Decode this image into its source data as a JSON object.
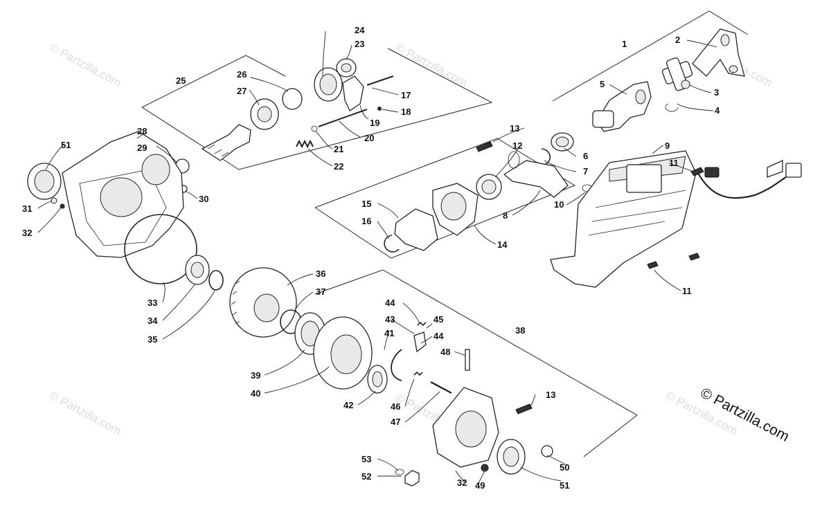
{
  "watermarks": [
    "© Partzilla.com",
    "© Partzilla.com",
    "© Partzilla.com",
    "© Partzilla.com",
    "© Partzilla.com",
    "© Partzilla.com"
  ],
  "brand": "© Partzilla.com",
  "callouts": [
    {
      "label": "1"
    },
    {
      "label": "2"
    },
    {
      "label": "3"
    },
    {
      "label": "4"
    },
    {
      "label": "5"
    },
    {
      "label": "6"
    },
    {
      "label": "7"
    },
    {
      "label": "8"
    },
    {
      "label": "9"
    },
    {
      "label": "10"
    },
    {
      "label": "11"
    },
    {
      "label": "11"
    },
    {
      "label": "12"
    },
    {
      "label": "13"
    },
    {
      "label": "13"
    },
    {
      "label": "14"
    },
    {
      "label": "15"
    },
    {
      "label": "16"
    },
    {
      "label": "17"
    },
    {
      "label": "18"
    },
    {
      "label": "19"
    },
    {
      "label": "20"
    },
    {
      "label": "21"
    },
    {
      "label": "22"
    },
    {
      "label": "23"
    },
    {
      "label": "24"
    },
    {
      "label": "25"
    },
    {
      "label": "26"
    },
    {
      "label": "27"
    },
    {
      "label": "28"
    },
    {
      "label": "29"
    },
    {
      "label": "30"
    },
    {
      "label": "31"
    },
    {
      "label": "32"
    },
    {
      "label": "32"
    },
    {
      "label": "33"
    },
    {
      "label": "34"
    },
    {
      "label": "35"
    },
    {
      "label": "36"
    },
    {
      "label": "37"
    },
    {
      "label": "38"
    },
    {
      "label": "39"
    },
    {
      "label": "40"
    },
    {
      "label": "41"
    },
    {
      "label": "42"
    },
    {
      "label": "43"
    },
    {
      "label": "44"
    },
    {
      "label": "44"
    },
    {
      "label": "45"
    },
    {
      "label": "46"
    },
    {
      "label": "47"
    },
    {
      "label": "48"
    },
    {
      "label": "49"
    },
    {
      "label": "50"
    },
    {
      "label": "51"
    },
    {
      "label": "51"
    },
    {
      "label": "52"
    },
    {
      "label": "53"
    }
  ]
}
